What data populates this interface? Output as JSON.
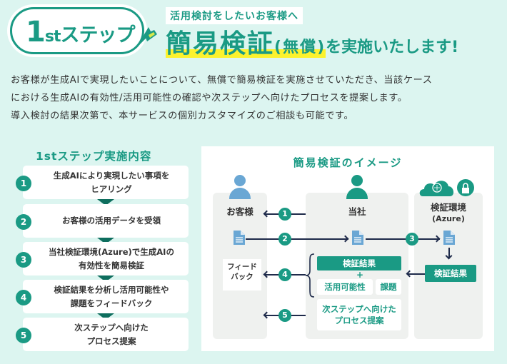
{
  "header": {
    "badge": {
      "num": "1",
      "suffix": "st",
      "word": "ステップ"
    },
    "subtitle": "活用検討をしたいお客様へ",
    "title_highlight": "簡易検証",
    "title_paren": "(無償)",
    "title_rest": "を実施いたします!"
  },
  "intro": [
    "お客様が生成AIで実現したいことについて、無償で簡易検証を実施させていただき、当該ケース",
    "における生成AIの有効性/活用可能性の確認や次ステップへ向けたプロセスを提案します。",
    "導入検討の結果次第で、本サービスの個別カスタマイズのご相談も可能です。"
  ],
  "steps": {
    "title": "1stステップ実施内容",
    "items": [
      {
        "num": "1",
        "line1": "生成AIにより実現したい事項を",
        "line2": "ヒアリング"
      },
      {
        "num": "2",
        "line1": "お客様の活用データを受領",
        "line2": ""
      },
      {
        "num": "3",
        "line1": "当社検証環境(Azure)で生成AIの",
        "line2": "有効性を簡易検証"
      },
      {
        "num": "4",
        "line1": "検証結果を分析し活用可能性や",
        "line2": "課題をフィードバック"
      },
      {
        "num": "5",
        "line1": "次ステップへ向けた",
        "line2": "プロセス提案"
      }
    ]
  },
  "diagram": {
    "title": "簡易検証のイメージ",
    "customer": "お客様",
    "company": "当社",
    "env_line1": "検証環境",
    "env_line2": "(Azure)",
    "flow_nums": [
      "1",
      "2",
      "3",
      "4",
      "5"
    ],
    "result_label": "検証結果",
    "plus": "+",
    "usability": "活用可能性",
    "issues": "課題",
    "env_result": "検証結果",
    "feedback_line1": "フィード",
    "feedback_line2": "バック",
    "proposal_line1": "次ステップへ向けた",
    "proposal_line2": "プロセス提案"
  },
  "colors": {
    "accent": "#1a9a84",
    "customer_icon": "#6aa7d4",
    "highlight": "#fcf22d",
    "background": "#dcf5f0"
  }
}
